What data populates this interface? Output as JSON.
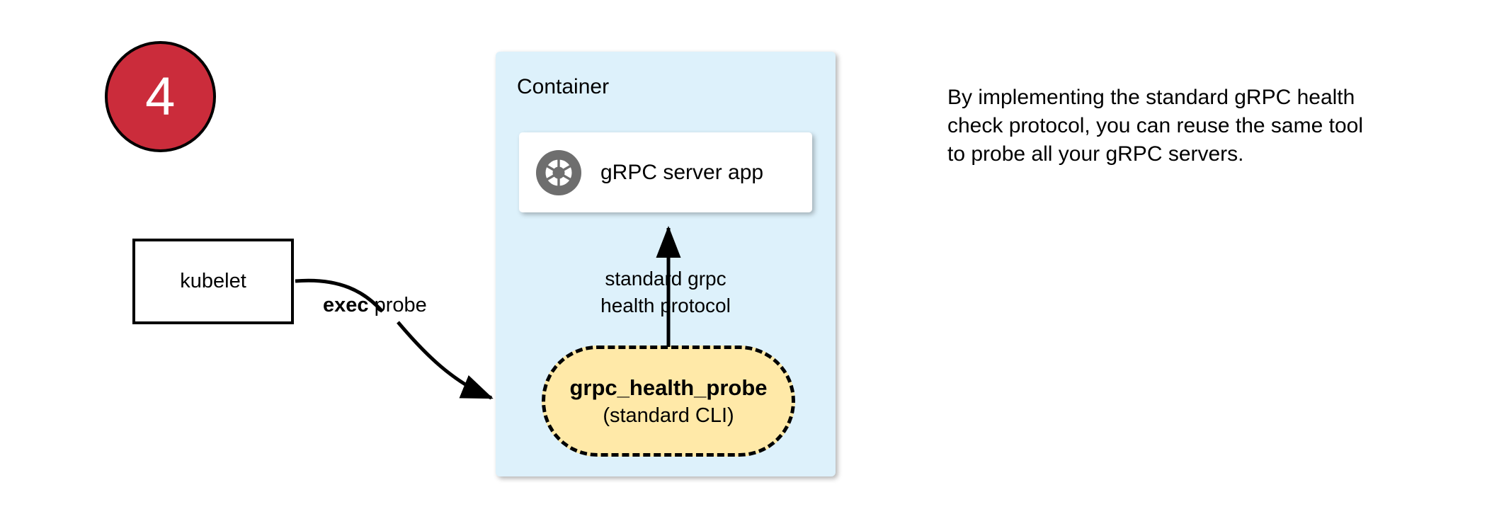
{
  "step": {
    "number": "4",
    "circle_fill": "#cb2c3b",
    "circle_stroke": "#000000",
    "number_color": "#ffffff"
  },
  "kubelet": {
    "label": "kubelet"
  },
  "connectors": {
    "exec_probe": {
      "label_strong": "exec",
      "label_rest": " probe",
      "arrow_name": "kubelet-to-health-probe-arrow"
    },
    "protocol": {
      "line1": "standard grpc",
      "line2": "health protocol",
      "arrow_name": "health-probe-to-server-arrow"
    }
  },
  "container": {
    "title": "Container",
    "fill": "#ddf1fb",
    "server_card": {
      "icon": "grpc-aperture-icon",
      "icon_color": "#6e6e6e",
      "label": "gRPC server app",
      "fill": "#ffffff"
    },
    "health_probe": {
      "name": "grpc_health_probe",
      "subtitle": "(standard CLI)",
      "fill": "#ffe9a8",
      "border_style": "dashed",
      "border_color": "#000000"
    }
  },
  "note": {
    "text": "By implementing the standard gRPC health check protocol, you can reuse the same tool to probe all your gRPC servers."
  }
}
